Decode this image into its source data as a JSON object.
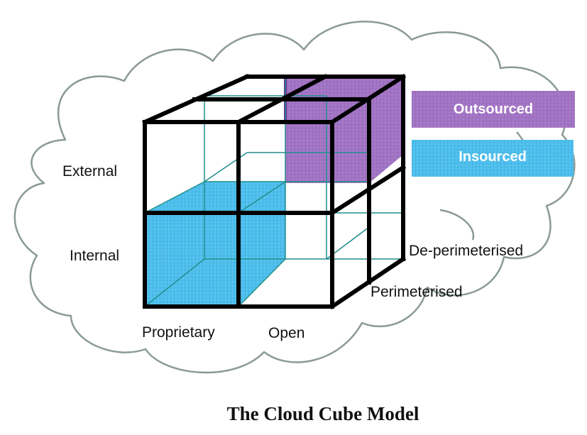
{
  "title": "The Cloud Cube Model",
  "legend": {
    "outsourced": "Outsourced",
    "insourced": "Insourced"
  },
  "axes": {
    "vertical": {
      "top": "External",
      "bottom": "Internal"
    },
    "horizontal": {
      "left": "Proprietary",
      "right": "Open"
    },
    "depth": {
      "back": "De-perimeterised",
      "front": "Perimeterised"
    }
  },
  "colors": {
    "outsourced": "#a678c8",
    "insourced": "#52c3f0",
    "cloud_outline": "#8a9a94",
    "cube_edges": "#000000",
    "inner_edges": "#1f8f8a",
    "highlight_border": "#6a2b8e"
  }
}
